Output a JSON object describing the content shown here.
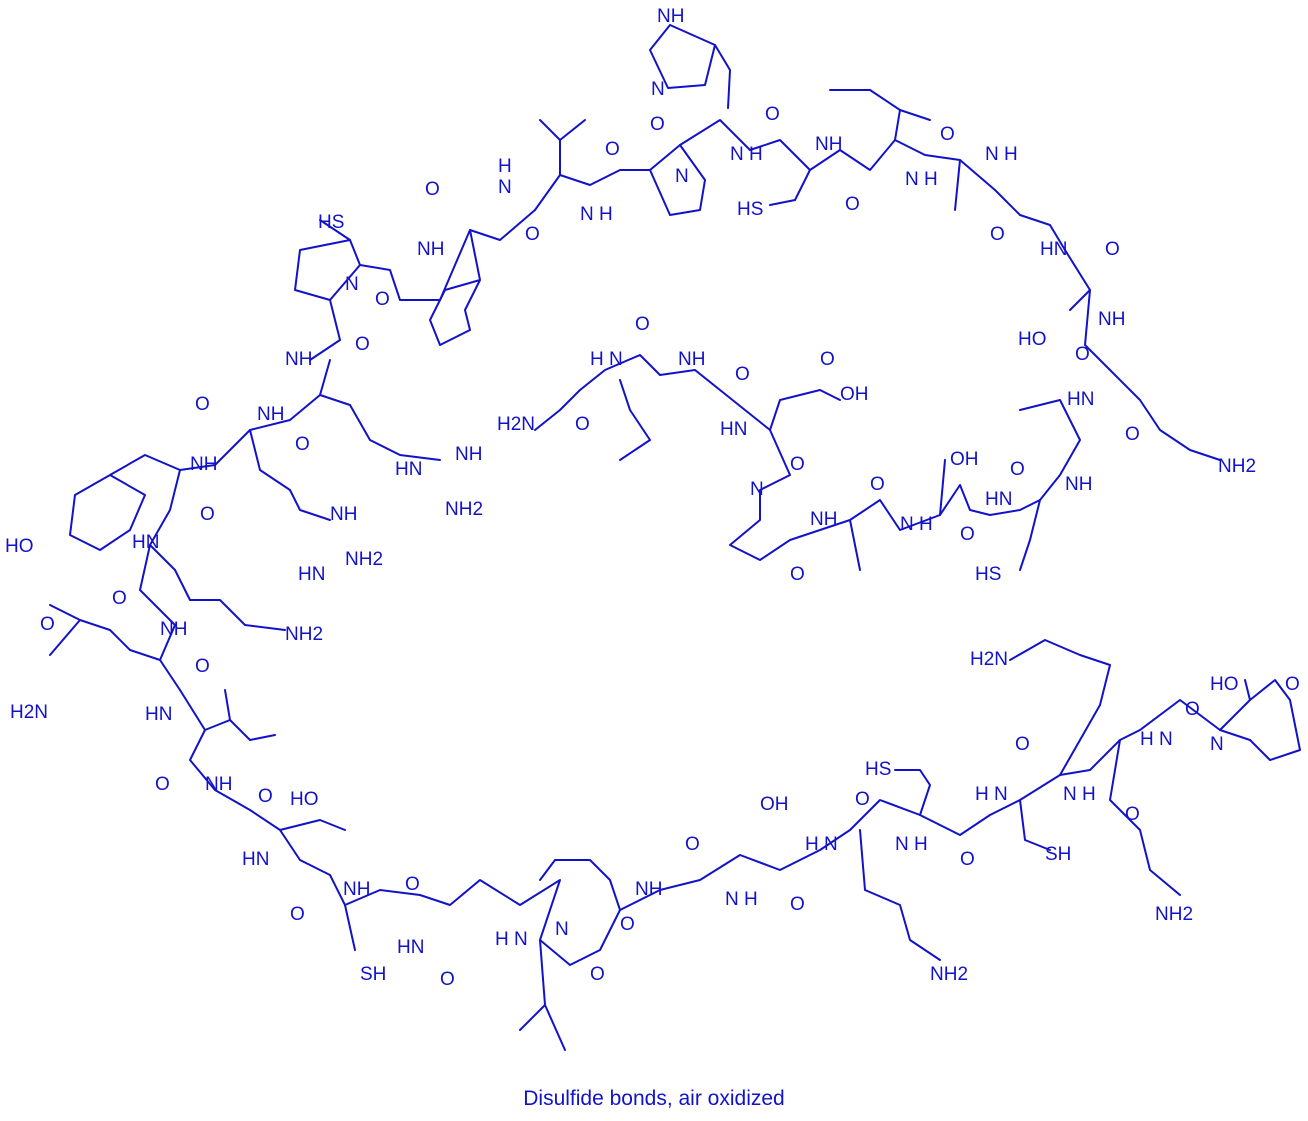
{
  "colors": {
    "ink": "#1212c8",
    "background": "#ffffff"
  },
  "caption": "Disulfide bonds, air oxidized",
  "atoms": {
    "nh": "NH",
    "n_h": "N H",
    "h_n": "H N",
    "n": "N",
    "o": "O",
    "oh": "OH",
    "ho": "HO",
    "hn": "HN",
    "sh": "SH",
    "hs": "HS",
    "nh2": "NH2",
    "h2n": "H2N",
    "h": "H"
  }
}
